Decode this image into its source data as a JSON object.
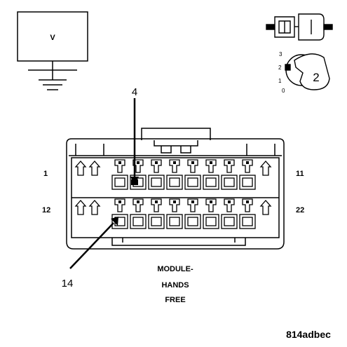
{
  "meter": {
    "symbol": "V"
  },
  "ignition": {
    "positions": [
      "3",
      "2",
      "1",
      "0"
    ],
    "selected": "2"
  },
  "connector": {
    "pin_numbers": {
      "row1_start": "1",
      "row1_end": "11",
      "row2_start": "12",
      "row2_end": "22"
    },
    "callouts": {
      "upper": "4",
      "lower": "14"
    },
    "caption": [
      "MODULE-",
      "HANDS",
      "FREE"
    ]
  },
  "figure_code": "814adbec",
  "colors": {
    "ink": "#000000",
    "background": "#ffffff"
  },
  "icons": [
    "ground-icon",
    "key-switch-icon",
    "connector-probe-icon"
  ]
}
